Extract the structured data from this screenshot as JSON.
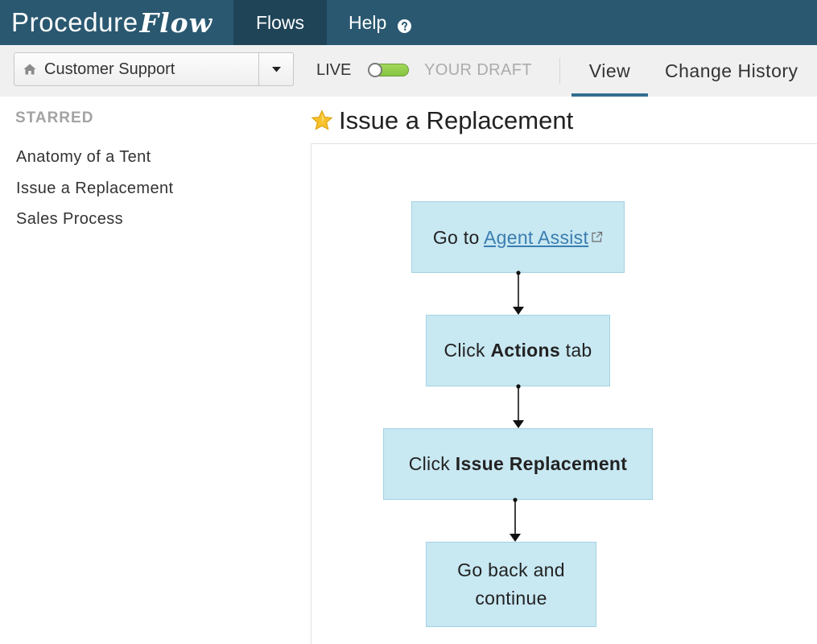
{
  "theme": {
    "nav_bg": "#2a5870",
    "nav_active_bg": "#1f4458",
    "tab_underline": "#336f91",
    "node_fill": "#c8e8f2",
    "node_border": "#a3d2e3",
    "link": "#3a7db0",
    "toggle_green": "#86c441",
    "star": "#f7c12c"
  },
  "header": {
    "logo": {
      "main": "Procedure",
      "script": "Flow"
    },
    "nav": [
      {
        "label": "Flows",
        "active": true
      },
      {
        "label": "Help",
        "icon": "question-circle-icon"
      }
    ]
  },
  "toolbar": {
    "flow_set": {
      "selected": "Customer Support",
      "icon": "home-icon",
      "dropdown_icon": "caret-down-icon"
    },
    "live_label": "LIVE",
    "draft_label": "YOUR DRAFT",
    "tabs": [
      {
        "label": "View",
        "active": true
      },
      {
        "label": "Change History",
        "active": false
      }
    ]
  },
  "sidebar": {
    "heading": "STARRED",
    "items": [
      {
        "label": "Anatomy of a Tent"
      },
      {
        "label": "Issue a Replacement"
      },
      {
        "label": "Sales Process"
      }
    ]
  },
  "main": {
    "title": "Issue a Replacement",
    "starred": true,
    "star_icon": "star-icon",
    "flow": [
      {
        "text": "Go to ",
        "link": "Agent Assist",
        "link_icon": "external-link-icon"
      },
      {
        "text": "Click ",
        "bold": "Actions",
        "suffix": " tab"
      },
      {
        "text": "Click ",
        "bold": "Issue Replacement"
      },
      {
        "text": "Go back and continue"
      }
    ]
  }
}
